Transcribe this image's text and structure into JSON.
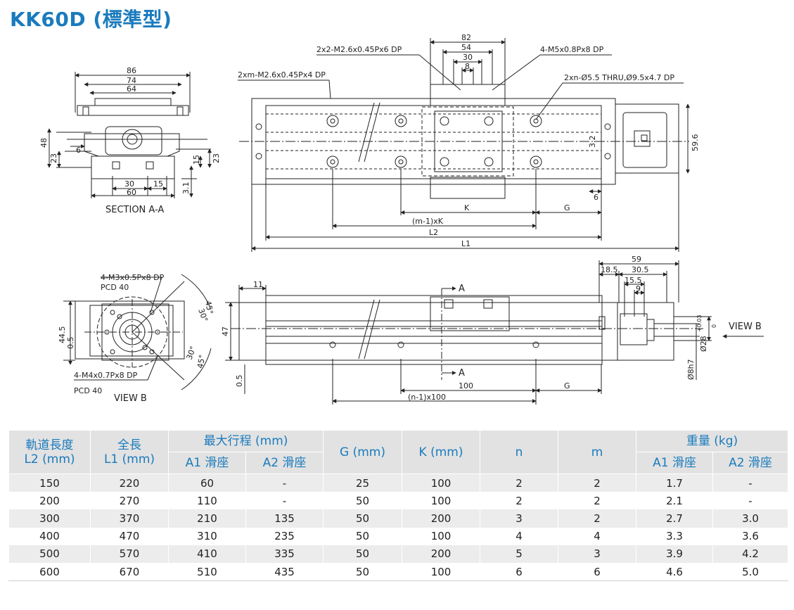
{
  "title": "KK60D (標準型)",
  "section": {
    "label": "SECTION A-A",
    "dims": [
      "86",
      "74",
      "64",
      "48",
      "23",
      "6",
      "15",
      "23",
      "30",
      "60",
      "15",
      "3.1"
    ]
  },
  "top_view": {
    "callout_m": "2xm-M2.6x0.45Px4 DP",
    "callout_2x2": "2x2-M2.6x0.45Px6 DP",
    "callout_m5": "4-M5x0.8Px8 DP",
    "callout_xn": "2xn-Ø5.5 THRU,Ø9.5x4.7 DP",
    "dims": [
      "82",
      "54",
      "30",
      "8",
      "59.6",
      "6",
      "K",
      "G",
      "(m-1)xK",
      "L2",
      "L1",
      "3.2"
    ]
  },
  "view_b": {
    "callout_m3": "4-M3x0.5Px8 DP",
    "pcd_top": "PCD 40",
    "callout_m4": "4-M4x0.7Px8 DP",
    "pcd_bottom": "PCD 40",
    "label": "VIEW B",
    "dims": [
      "44.5",
      "0.5",
      "45°",
      "30°",
      "30°",
      "45°"
    ]
  },
  "side_view": {
    "dims": [
      "11",
      "47",
      "0.5",
      "A",
      "A",
      "100",
      "G",
      "(n-1)x100",
      "59",
      "18.5",
      "30.5",
      "15.5",
      "9",
      "Ø8h7",
      "Ø28",
      "+0.03",
      "0",
      "VIEW B"
    ]
  },
  "table": {
    "headers": {
      "rail_length": [
        "軌道長度",
        "L2 (mm)"
      ],
      "total_length": [
        "全長",
        "L1 (mm)"
      ],
      "max_stroke": "最大行程 (mm)",
      "a1": "A1 滑座",
      "a2": "A2 滑座",
      "g": "G (mm)",
      "k": "K (mm)",
      "n": "n",
      "m": "m",
      "weight": "重量 (kg)",
      "wa1": "A1 滑座",
      "wa2": "A2 滑座"
    },
    "rows": [
      [
        "150",
        "220",
        "60",
        "-",
        "25",
        "100",
        "2",
        "2",
        "1.7",
        "-"
      ],
      [
        "200",
        "270",
        "110",
        "-",
        "50",
        "100",
        "2",
        "2",
        "2.1",
        "-"
      ],
      [
        "300",
        "370",
        "210",
        "135",
        "50",
        "200",
        "3",
        "2",
        "2.7",
        "3.0"
      ],
      [
        "400",
        "470",
        "310",
        "235",
        "50",
        "100",
        "4",
        "4",
        "3.3",
        "3.6"
      ],
      [
        "500",
        "570",
        "410",
        "335",
        "50",
        "200",
        "5",
        "3",
        "3.9",
        "4.2"
      ],
      [
        "600",
        "670",
        "510",
        "435",
        "50",
        "100",
        "6",
        "6",
        "4.6",
        "5.0"
      ]
    ]
  }
}
